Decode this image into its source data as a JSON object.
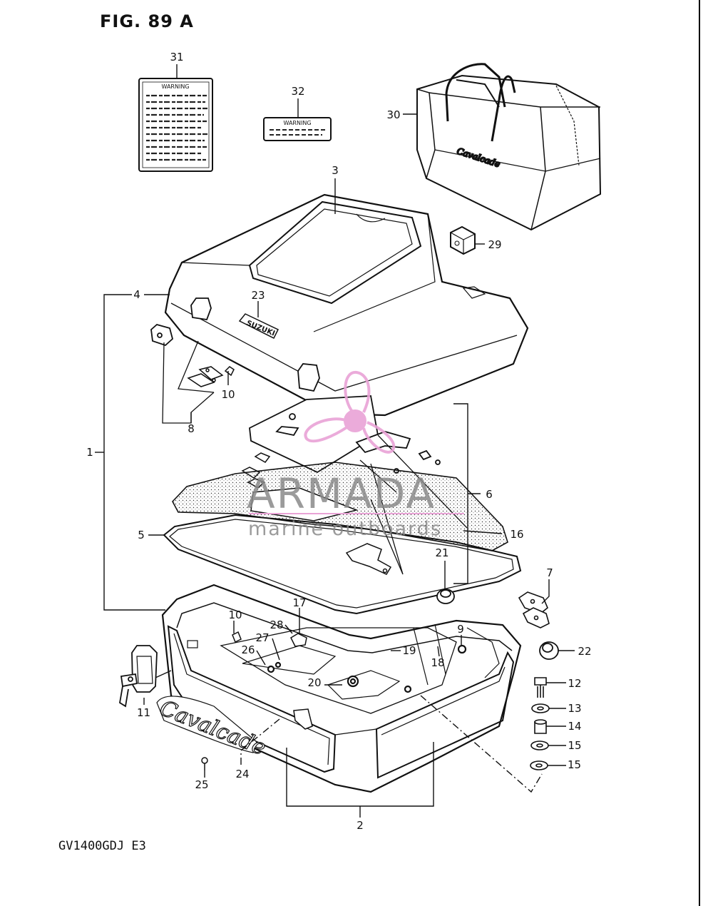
{
  "figure": {
    "title": "FIG. 89 A",
    "model_code": "GV1400GDJ  E3"
  },
  "watermark": {
    "brand": "ARMADA",
    "subtitle": "marine outboards",
    "colors": {
      "logo_pink": "#e9a3d6",
      "text_gray": "#8a8a8a"
    }
  },
  "decals": {
    "label_31_heading": "WARNING",
    "label_32_heading": "WARNING",
    "bag_script": "Cavalcade",
    "side_script": "Cavalcade",
    "lid_badge": "SUZUKI"
  },
  "callouts": [
    {
      "id": "c1",
      "text": "1"
    },
    {
      "id": "c2",
      "text": "2"
    },
    {
      "id": "c3",
      "text": "3"
    },
    {
      "id": "c4",
      "text": "4"
    },
    {
      "id": "c5",
      "text": "5"
    },
    {
      "id": "c6",
      "text": "6"
    },
    {
      "id": "c7",
      "text": "7"
    },
    {
      "id": "c8",
      "text": "8"
    },
    {
      "id": "c9",
      "text": "9"
    },
    {
      "id": "c10a",
      "text": "10"
    },
    {
      "id": "c10b",
      "text": "10"
    },
    {
      "id": "c11",
      "text": "11"
    },
    {
      "id": "c12",
      "text": "12"
    },
    {
      "id": "c13",
      "text": "13"
    },
    {
      "id": "c14",
      "text": "14"
    },
    {
      "id": "c15a",
      "text": "15"
    },
    {
      "id": "c15b",
      "text": "15"
    },
    {
      "id": "c16",
      "text": "16"
    },
    {
      "id": "c17",
      "text": "17"
    },
    {
      "id": "c18",
      "text": "18"
    },
    {
      "id": "c19",
      "text": "19"
    },
    {
      "id": "c20",
      "text": "20"
    },
    {
      "id": "c21",
      "text": "21"
    },
    {
      "id": "c22",
      "text": "22"
    },
    {
      "id": "c23",
      "text": "23"
    },
    {
      "id": "c24",
      "text": "24"
    },
    {
      "id": "c25",
      "text": "25"
    },
    {
      "id": "c26",
      "text": "26"
    },
    {
      "id": "c27",
      "text": "27"
    },
    {
      "id": "c28",
      "text": "28"
    },
    {
      "id": "c29",
      "text": "29"
    },
    {
      "id": "c30",
      "text": "30"
    },
    {
      "id": "c31",
      "text": "31"
    },
    {
      "id": "c32",
      "text": "32"
    }
  ]
}
